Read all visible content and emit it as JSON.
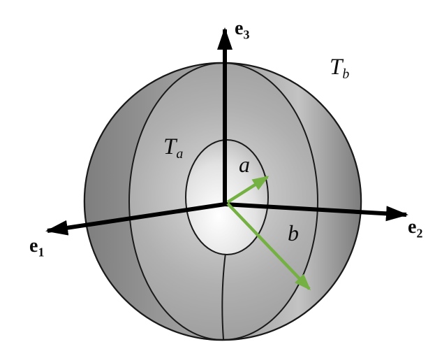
{
  "diagram": {
    "description": "Concentric spheres with cutaway segments, coordinate axes and radius arrows",
    "axis_labels": {
      "e1": {
        "main": "e",
        "sub": "1"
      },
      "e2": {
        "main": "e",
        "sub": "2"
      },
      "e3": {
        "main": "e",
        "sub": "3"
      }
    },
    "surface_labels": {
      "inner_temperature": {
        "main": "T",
        "sub": "a"
      },
      "outer_temperature": {
        "main": "T",
        "sub": "b"
      }
    },
    "radius_labels": {
      "inner": "a",
      "outer": "b"
    },
    "colors": {
      "axis": "#000000",
      "outline": "#1a1a1a",
      "radius_arrow": "#74b042"
    }
  }
}
